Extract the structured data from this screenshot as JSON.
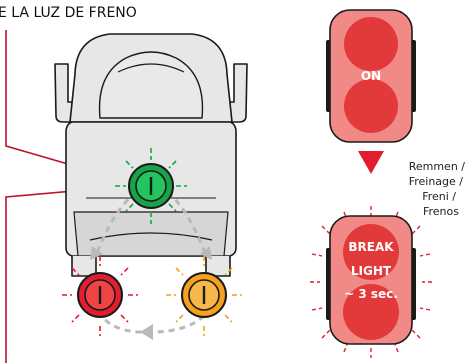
{
  "header": {
    "title": "E LA LUZ DE FRENO"
  },
  "light_on": {
    "label": "ON"
  },
  "transition_text": [
    "Remmen /",
    "Freinage /",
    "Freni /",
    "Frenos"
  ],
  "light_brake": {
    "lines": [
      "BREAK",
      "LIGHT",
      "~ 3 sec."
    ]
  },
  "colors": {
    "outline": "#1a1a1a",
    "body_gray": "#e7e7e7",
    "body_gray_dark": "#cfcfcf",
    "leader_red": "#c0112f",
    "button_green": "#16a34a",
    "button_red": "#e11d2e",
    "button_orange": "#f4a11d",
    "light_pink": "#f18a86",
    "light_red": "#e23a3a",
    "arrow_gray": "#b9b9b9"
  },
  "icons": [
    "power-icon",
    "down-arrow-icon",
    "mode-cycle-arrow-icon"
  ]
}
